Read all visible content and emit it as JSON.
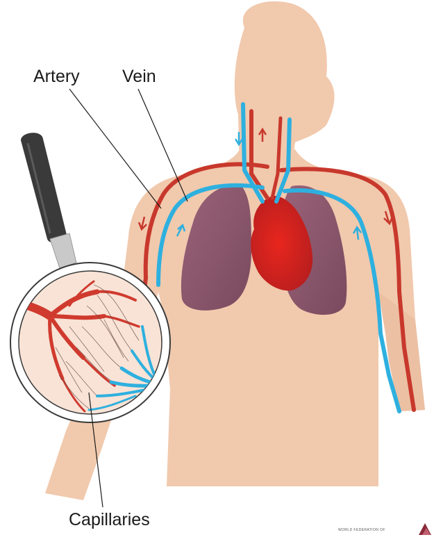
{
  "labels": {
    "artery": "Artery",
    "vein": "Vein",
    "capillaries": "Capillaries"
  },
  "logo": {
    "text": "WORLD FEDERATION OF"
  },
  "colors": {
    "skin": "#f1c9ad",
    "skin_shadow": "#e7b697",
    "artery": "#c8382c",
    "vein": "#2eb0df",
    "lung": "#8e5a6e",
    "heart": "#dd2a22",
    "handle": "#3a3a3a",
    "lens_ring": "#ffffff",
    "lens_bg": "#f8e3d6"
  },
  "icons": {
    "magnifier": "magnifying-glass-icon",
    "logo": "federation-logo-icon"
  }
}
